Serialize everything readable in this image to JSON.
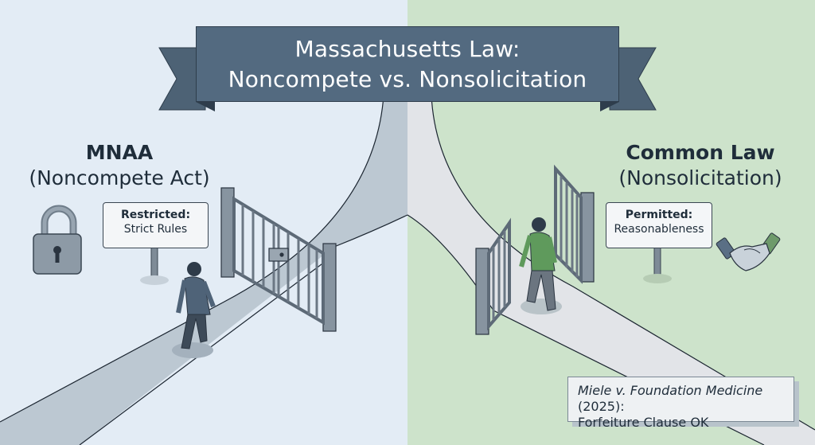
{
  "banner": {
    "line1": "Massachusetts Law:",
    "line2": "Noncompete vs. Nonsolicitation"
  },
  "left_panel": {
    "background": "#e3ecf5",
    "title": "MNAA",
    "subtitle": "(Noncompete Act)",
    "sign": {
      "label": "Restricted:",
      "text": "Strict Rules"
    },
    "icon": "padlock-icon",
    "gate_state": "closed-locked"
  },
  "right_panel": {
    "background": "#cde3cb",
    "title": "Common Law",
    "subtitle": "(Nonsolicitation)",
    "sign": {
      "label": "Permitted:",
      "text": "Reasonableness"
    },
    "icon": "handshake-icon",
    "gate_state": "open"
  },
  "case_note": {
    "case_name": "Miele v. Foundation Medicine",
    "year_suffix": " (2025):",
    "holding": "Forfeiture Clause OK"
  },
  "colors": {
    "banner": "#536a80",
    "path_left": "#bcc8d2",
    "path_right": "#e2e4e8",
    "gate": "#8794a0",
    "person_left": "#4f6378",
    "person_right": "#5f9a5c"
  }
}
